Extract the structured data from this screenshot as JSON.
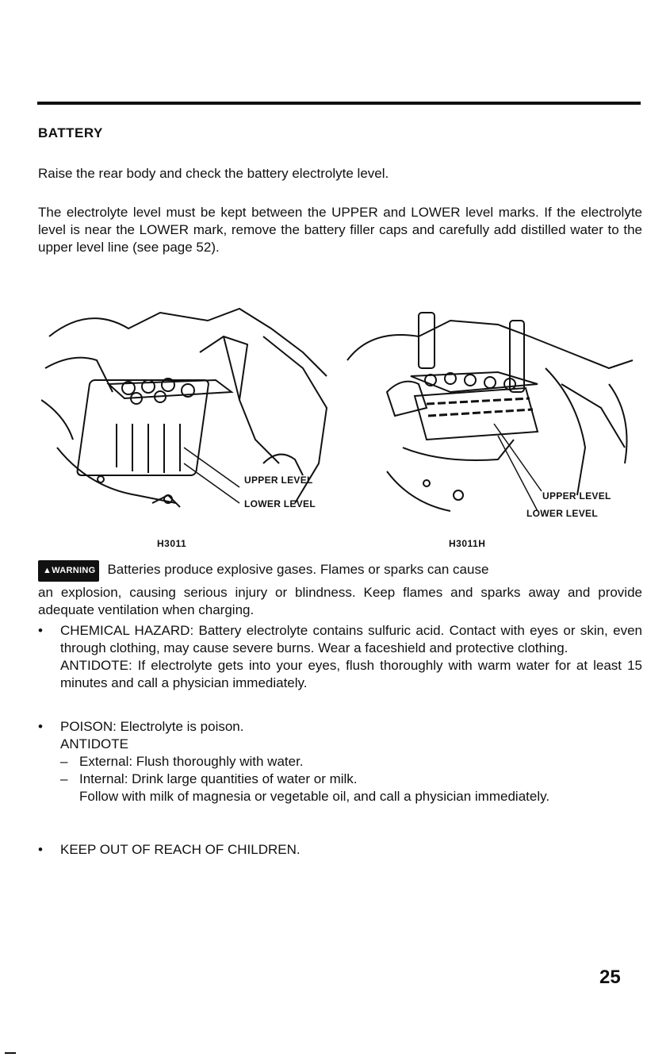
{
  "section": {
    "title": "BATTERY",
    "intro": "Raise the rear body and check the battery electrolyte level.",
    "body": "The electrolyte level must be kept between the UPPER and LOWER level marks. If the electrolyte level is near the LOWER mark, remove the battery filler caps and carefully add distilled water to the upper level line (see page 52)."
  },
  "figures": [
    {
      "code": "H3011",
      "upper_label": "UPPER LEVEL",
      "lower_label": "LOWER LEVEL"
    },
    {
      "code": "H3011H",
      "upper_label": "UPPER LEVEL",
      "lower_label": "LOWER LEVEL"
    }
  ],
  "warning": {
    "badge": "WARNING",
    "first_line": "Batteries produce explosive gases. Flames or sparks can cause",
    "rest": "an explosion, causing serious injury or blindness. Keep flames and sparks away and provide adequate ventilation when charging.",
    "bullets": [
      {
        "text": "CHEMICAL HAZARD: Battery electrolyte contains sulfuric acid. Contact with eyes or skin, even through clothing, may cause severe burns. Wear a faceshield and protective clothing.",
        "antidote": "ANTIDOTE: If electrolyte gets into your eyes, flush thoroughly with warm water for at least 15 minutes and call a physician immediately."
      },
      {
        "text": "POISON: Electrolyte is poison.",
        "antidote_title": "ANTIDOTE",
        "external": "External: Flush thoroughly with water.",
        "internal": "Internal: Drink large quantities of water or milk.",
        "followup": "Follow with milk of magnesia or vegetable oil, and call a physician immediately."
      },
      {
        "text": "KEEP OUT OF REACH OF CHILDREN."
      }
    ]
  },
  "page_number": "25"
}
